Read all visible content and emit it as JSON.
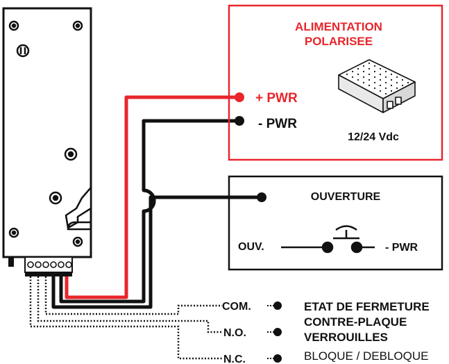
{
  "power_supply": {
    "title_line1": "ALIMENTATION",
    "title_line2": "POLARISEE",
    "voltage": "12/24 Vdc",
    "positive_label": "+ PWR",
    "negative_label": "- PWR"
  },
  "opening": {
    "title": "OUVERTURE",
    "left_label": "OUV.",
    "right_label": "- PWR"
  },
  "contacts": {
    "com_label": "COM.",
    "no_label": "N.O.",
    "nc_label": "N.C.",
    "status_line1": "ETAT DE FERMETURE",
    "status_line2": "CONTRE-PLAQUE",
    "status_line3": "VERROUILLES",
    "status_line4": "BLOQUE / DEBLOQUE"
  },
  "colors": {
    "accent_red": "#e8262b",
    "wire_black": "#111111"
  }
}
